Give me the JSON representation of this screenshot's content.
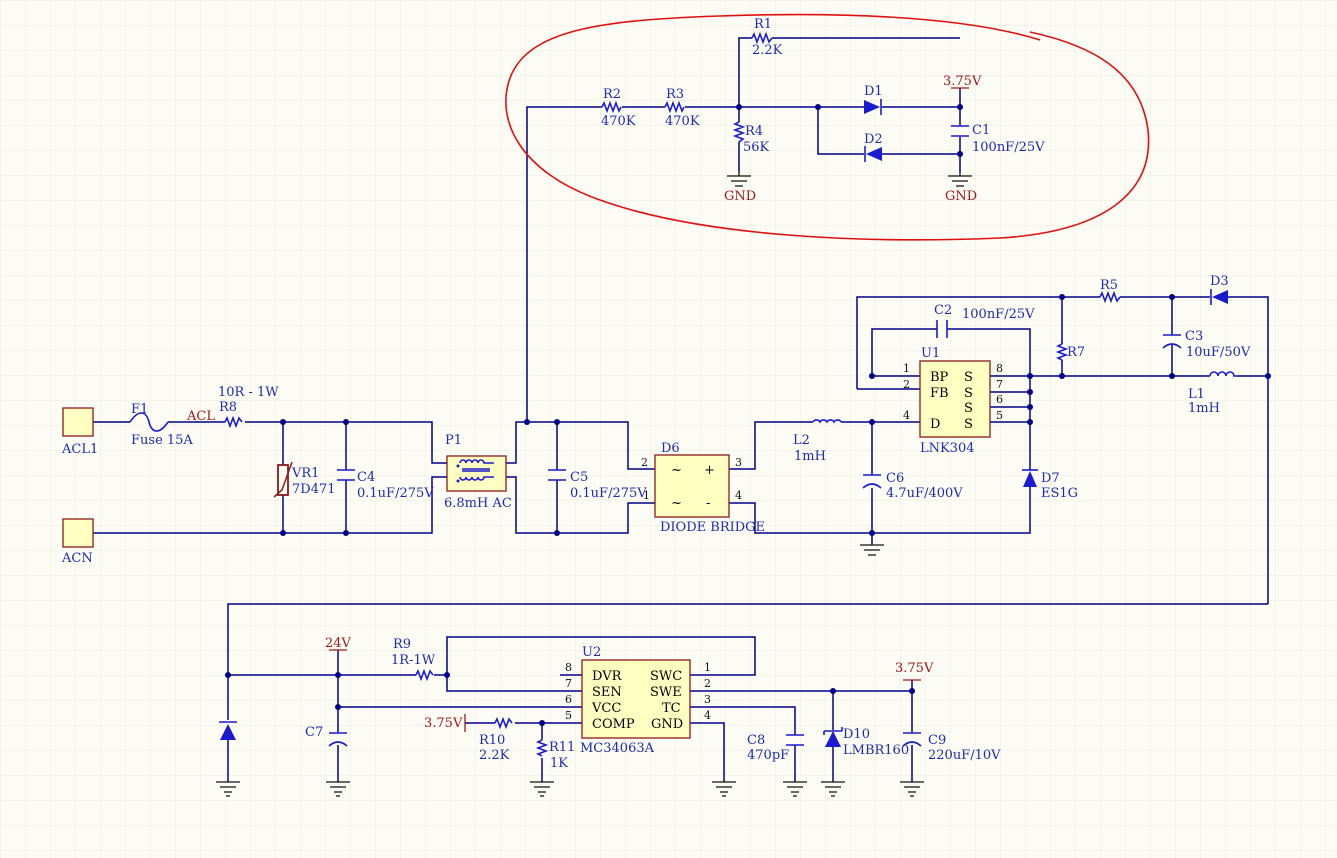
{
  "components": {
    "R1": {
      "ref": "R1",
      "value": "2.2K"
    },
    "R2": {
      "ref": "R2",
      "value": "470K"
    },
    "R3": {
      "ref": "R3",
      "value": "470K"
    },
    "R4": {
      "ref": "R4",
      "value": "56K"
    },
    "D1": {
      "ref": "D1"
    },
    "D2": {
      "ref": "D2"
    },
    "C1": {
      "ref": "C1",
      "value": "100nF/25V"
    },
    "C2": {
      "ref": "C2",
      "value": "100nF/25V"
    },
    "R5": {
      "ref": "R5"
    },
    "D3": {
      "ref": "D3"
    },
    "R7": {
      "ref": "R7"
    },
    "C3": {
      "ref": "C3",
      "value": "10uF/50V"
    },
    "L1": {
      "ref": "L1",
      "value": "1mH"
    },
    "U1": {
      "ref": "U1",
      "value": "LNK304",
      "pins_left": [
        "BP",
        "FB",
        "D"
      ],
      "pins_right": [
        "S",
        "S",
        "S",
        "S"
      ],
      "pin_numbers": [
        "1",
        "2",
        "4",
        "8",
        "7",
        "6",
        "5"
      ]
    },
    "ACL1": {
      "ref": "ACL1"
    },
    "ACN": {
      "ref": "ACN"
    },
    "F1": {
      "ref": "F1",
      "value": "Fuse 15A"
    },
    "R8": {
      "ref": "R8",
      "value": "10R - 1W"
    },
    "VR1": {
      "ref": "VR1",
      "value": "7D471"
    },
    "C4": {
      "ref": "C4",
      "value": "0.1uF/275V"
    },
    "P1": {
      "ref": "P1",
      "value": "6.8mH AC"
    },
    "C5": {
      "ref": "C5",
      "value": "0.1uF/275V"
    },
    "D6": {
      "ref": "D6",
      "value": "DIODE BRIDGE",
      "pin_numbers": [
        "2",
        "1",
        "3",
        "4"
      ],
      "symbols": [
        "~",
        "+",
        "~",
        "-"
      ]
    },
    "L2": {
      "ref": "L2",
      "value": "1mH"
    },
    "C6": {
      "ref": "C6",
      "value": "4.7uF/400V"
    },
    "D7": {
      "ref": "D7",
      "value": "ES1G"
    },
    "R9": {
      "ref": "R9",
      "value": "1R-1W"
    },
    "C7": {
      "ref": "C7"
    },
    "U2": {
      "ref": "U2",
      "value": "MC34063A",
      "pins_left": [
        "DVR",
        "SEN",
        "VCC",
        "COMP"
      ],
      "pins_right": [
        "SWC",
        "SWE",
        "TC",
        "GND"
      ],
      "pin_numbers": [
        "8",
        "7",
        "6",
        "5",
        "1",
        "2",
        "3",
        "4"
      ]
    },
    "R10": {
      "ref": "R10",
      "value": "2.2K"
    },
    "R11": {
      "ref": "R11",
      "value": "1K"
    },
    "C8": {
      "ref": "C8",
      "value": "470pF"
    },
    "D10": {
      "ref": "D10",
      "value": "LMBR160"
    },
    "C9": {
      "ref": "C9",
      "value": "220uF/10V"
    }
  },
  "nets": {
    "v375": "3.75V",
    "gnd": "GND",
    "acl": "ACL",
    "v24": "24V"
  },
  "colors": {
    "wire": "#00008b",
    "component": "#1a1ad0",
    "net_label": "#a01818",
    "annotation": "#e01010",
    "background": "#fdfdf5"
  }
}
